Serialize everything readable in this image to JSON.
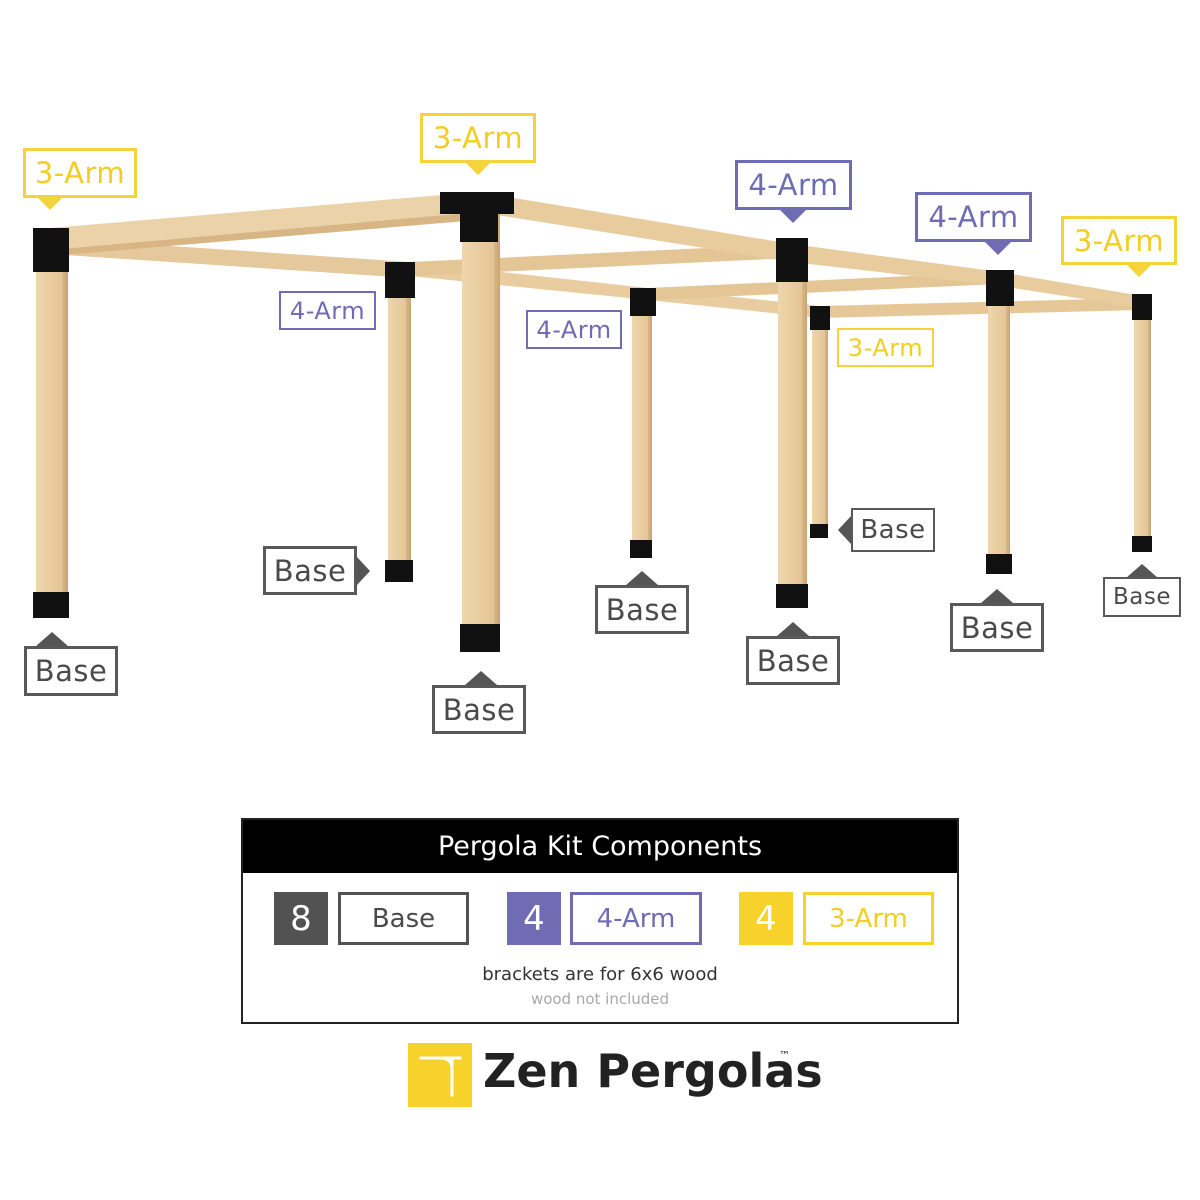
{
  "brackets": {
    "three_arm_label": "3-Arm",
    "four_arm_label": "4-Arm",
    "base_label": "Base"
  },
  "kit": {
    "title": "Pergola Kit Components",
    "items": [
      {
        "count": "8",
        "label": "Base"
      },
      {
        "count": "4",
        "label": "4-Arm"
      },
      {
        "count": "4",
        "label": "3-Arm"
      }
    ],
    "note": "brackets are for 6x6 wood",
    "subnote": "wood not included"
  },
  "brand": {
    "name": "Zen Pergolas",
    "trademark": "™"
  },
  "colors": {
    "three_arm": "#f5d33a",
    "four_arm": "#6f6cb4",
    "base": "#555555",
    "wood": "#e6c89a",
    "bracket": "#111111"
  }
}
